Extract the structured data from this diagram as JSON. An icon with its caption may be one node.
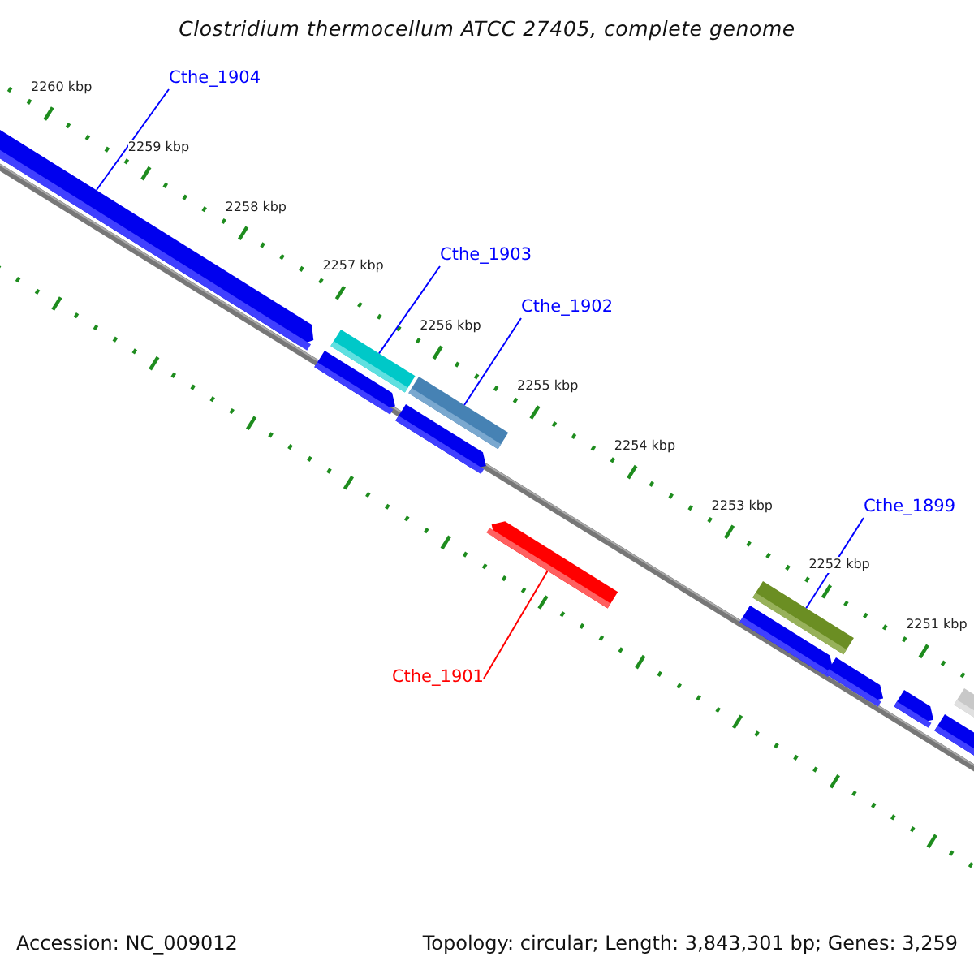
{
  "diagram": {
    "title": "Clostridium thermocellum ATCC 27405, complete genome",
    "nodes": [
      {
        "text": [
          "Cthe_1904"
        ]
      },
      {
        "text": [],
        "shape": "bar"
      },
      {
        "text": [
          "Cthe_1903"
        ]
      },
      {
        "text": [],
        "shape": "bar"
      },
      {
        "text": [
          "Cthe_1902"
        ]
      },
      {
        "text": [],
        "shape": "bar"
      },
      {
        "text": [
          "Cthe_1901"
        ]
      },
      {
        "text": [],
        "shape": "bar"
      },
      {
        "text": [
          "Cthe_1899"
        ]
      },
      {
        "text": [],
        "shape": "bar"
      },
      {
        "text": [],
        "shape": "bar"
      },
      {
        "text": [],
        "shape": "bar"
      },
      {
        "text": [],
        "shape": "bar"
      },
      {
        "text": [],
        "shape": "bar"
      },
      {
        "text": [],
        "shape": "bar"
      },
      {
        "text": [],
        "shape": "bar"
      },
      {
        "text": [],
        "shape": "bar"
      }
    ],
    "edges": [
      {
        "from": 0,
        "to": 1,
        "arrow": "none"
      },
      {
        "from": 2,
        "to": 3,
        "arrow": "none"
      },
      {
        "from": 4,
        "to": 5,
        "arrow": "none"
      },
      {
        "from": 6,
        "to": 7,
        "arrow": "none",
        "color": "#ff0000"
      },
      {
        "from": 8,
        "to": 9,
        "arrow": "none"
      }
    ],
    "labels": [
      "2260 kbp",
      "2259 kbp",
      "2258 kbp",
      "2257 kbp",
      "2256 kbp",
      "2255 kbp",
      "2254 kbp",
      "2253 kbp",
      "2252 kbp",
      "2251 kbp",
      "Accession: NC_009012",
      "Topology: circular; Length: 3,843,301 bp; Genes: 3,259"
    ]
  }
}
